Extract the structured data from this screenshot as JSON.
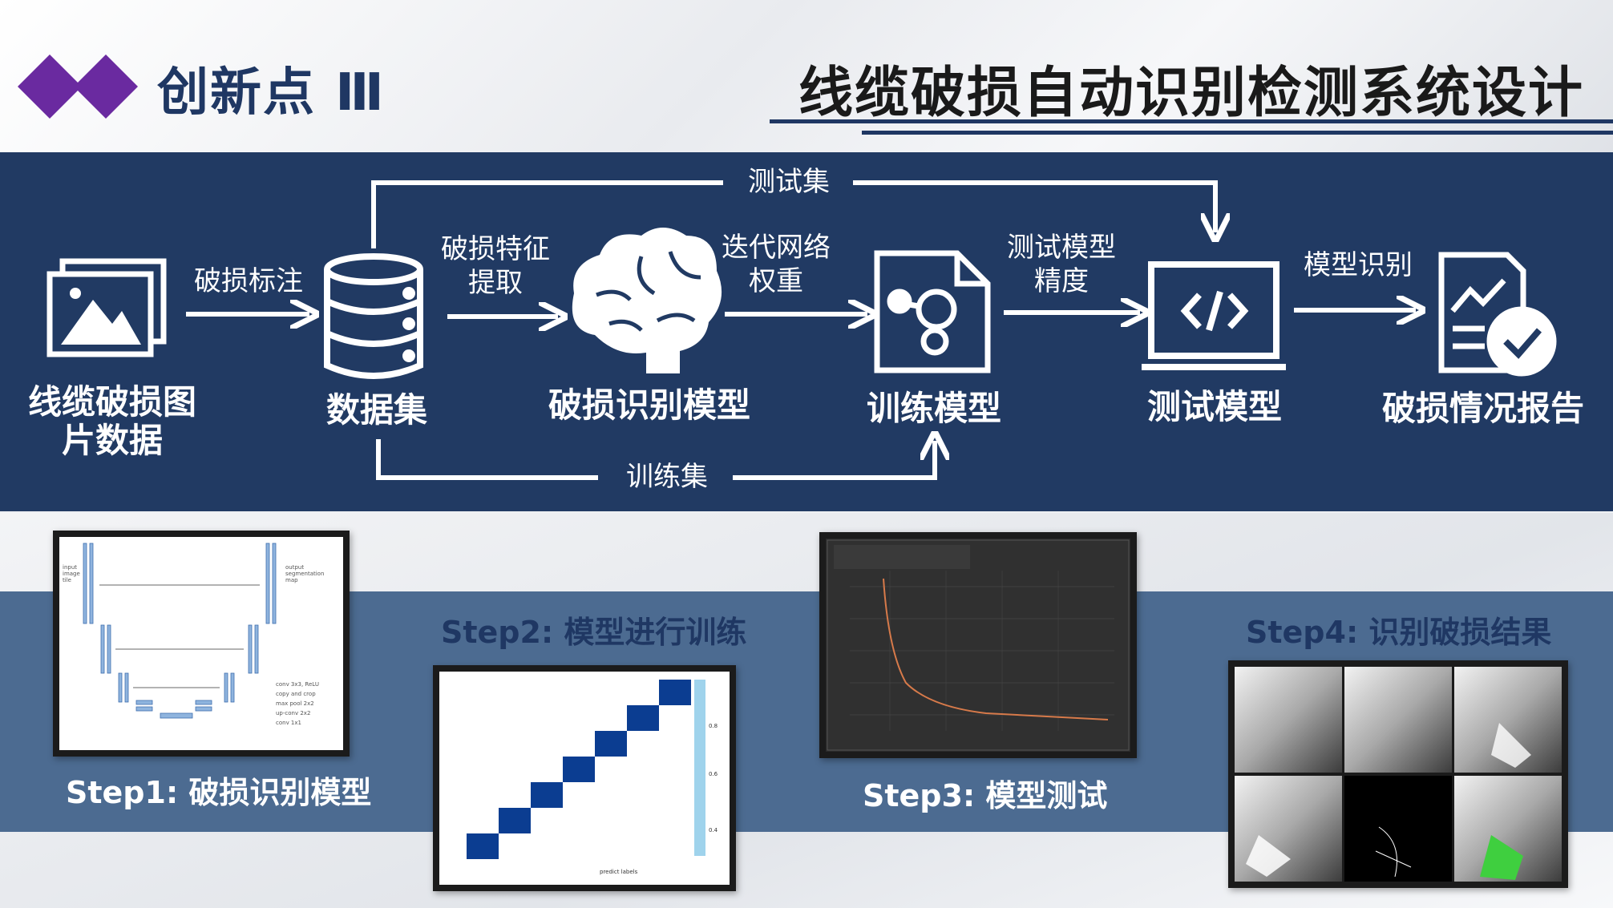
{
  "header": {
    "section_title": "创新点 Ⅲ",
    "main_title": "线缆破损自动识别检测系统设计"
  },
  "flow": {
    "nodes": {
      "image_data": "线缆破损图\n片数据",
      "dataset": "数据集",
      "damage_model": "破损识别模型",
      "train_model": "训练模型",
      "test_model": "测试模型",
      "report": "破损情况报告"
    },
    "edges": {
      "annotate": "破损标注",
      "extract": "破损特征\n提取",
      "iterate": "迭代网络\n权重",
      "precision": "测试模型\n精度",
      "recognize": "模型识别",
      "test_set": "测试集",
      "train_set": "训练集"
    }
  },
  "steps": {
    "step1": "Step1: 破损识别模型",
    "step2": "Step2: 模型进行训练",
    "step3": "Step3: 模型测试",
    "step4": "Step4: 识别破损结果"
  },
  "colors": {
    "panel": "#213a63",
    "band": "#4c6b91",
    "logo": "#6a2aa0",
    "title_blue": "#1f3763"
  }
}
